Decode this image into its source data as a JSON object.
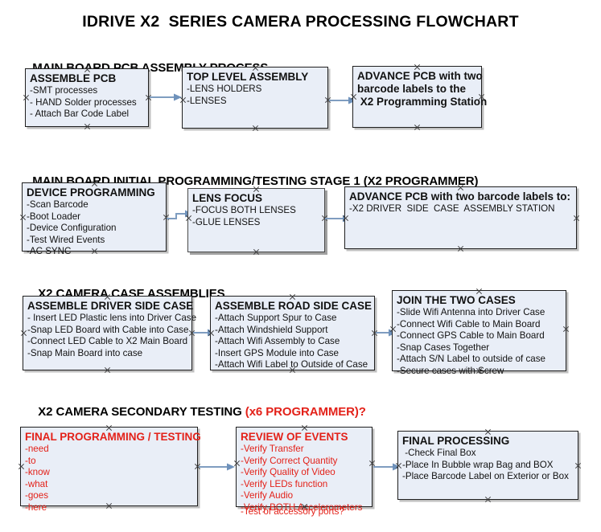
{
  "title": "IDRIVE X2  SERIES CAMERA PROCESSING FLOWCHART",
  "colors": {
    "box_fill": "#e9eef7",
    "box_border": "#1f1f1f",
    "accent_red": "#e32119",
    "arrow": "#7f9dc0",
    "text": "#111111"
  },
  "sections": [
    {
      "heading": "MAIN BOARD PCB ASSEMBLY PROCESS",
      "heading_accent": "",
      "boxes": [
        {
          "head": "ASSEMBLE PCB",
          "lines": [
            "-SMT processes",
            "- HAND Solder processes",
            "- Attach Bar Code Label"
          ]
        },
        {
          "head": "TOP LEVEL ASSEMBLY",
          "lines": [
            "-LENS HOLDERS",
            "-LENSES"
          ]
        },
        {
          "head": "ADVANCE PCB with two",
          "lines": [
            "barcode labels to the",
            " X2 Programming Station"
          ]
        }
      ]
    },
    {
      "heading": "MAIN BOARD INITIAL PROGRAMMING/TESTING STAGE 1 (X2 PROGRAMMER)",
      "heading_accent": "",
      "boxes": [
        {
          "head": "DEVICE PROGRAMMING",
          "lines": [
            "-Scan Barcode",
            "-Boot Loader",
            "-Device Configuration",
            "-Test Wired Events",
            "-AC SYNC"
          ]
        },
        {
          "head": "LENS FOCUS",
          "lines": [
            "-FOCUS BOTH LENSES",
            "-GLUE LENSES"
          ]
        },
        {
          "head": "ADVANCE PCB with two barcode labels to:",
          "lines": [
            "-X2 DRIVER  SIDE  CASE  ASSEMBLY STATION"
          ]
        }
      ]
    },
    {
      "heading": "X2 CAMERA CASE ASSEMBLIES",
      "heading_accent": "",
      "boxes": [
        {
          "head": "ASSEMBLE DRIVER SIDE CASE",
          "lines": [
            "- Insert LED Plastic lens into Driver Case",
            "-Snap LED Board with Cable into Case",
            "-Connect LED Cable to X2 Main Board",
            "-Snap Main Board into case"
          ]
        },
        {
          "head": "ASSEMBLE ROAD SIDE CASE",
          "lines": [
            "-Attach Support Spur to Case",
            "-Attach Windshield Support",
            "-Attach Wifi Assembly to Case",
            "-Insert GPS Module into Case",
            "-Attach Wifi Label to Outside of Case"
          ]
        },
        {
          "head": "JOIN THE TWO CASES",
          "lines": [
            "-Slide Wifi Antenna into Driver Case",
            "-Connect Wifi Cable to Main Board",
            "-Connect GPS Cable to Main Board",
            "-Snap Cases Together",
            "-Attach S/N Label to outside of case",
            "-Secure cases with Screw"
          ]
        }
      ]
    },
    {
      "heading": "X2 CAMERA SECONDARY TESTING ",
      "heading_accent": "(x6 PROGRAMMER)?",
      "boxes": [
        {
          "head": "FINAL PROGRAMMING / TESTING",
          "lines": [
            "-need",
            "-to",
            "-know",
            "-what",
            "-goes",
            "-here"
          ]
        },
        {
          "head": "REVIEW OF EVENTS",
          "lines": [
            "-Verify Transfer",
            "-Verify Correct Quantity",
            "-Verify Quality of Video",
            "-Verify LEDs function",
            "-Verify Audio",
            "-Verify BOTH Accelerometers"
          ],
          "overflow_line": "-Test of accessory ports?"
        },
        {
          "head": "FINAL PROCESSING",
          "lines": [
            " -Check Final Box",
            "-Place In Bubble wrap Bag and BOX",
            "-Place Barcode Label on Exterior or Box"
          ]
        }
      ]
    }
  ]
}
